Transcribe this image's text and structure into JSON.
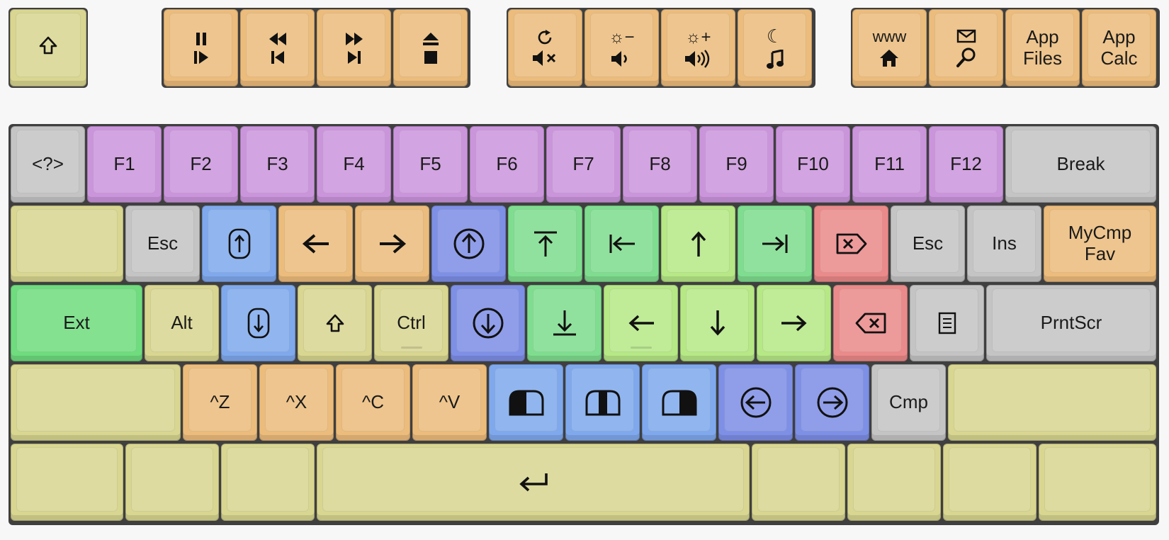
{
  "colors": {
    "yellow": "#d8d690",
    "orange": "#ecbc7c",
    "purple": "#cb95dc",
    "gray": "#c4c4c4",
    "blue": "#7fa9ec",
    "indigo": "#7e8fe6",
    "green": "#7fdd8f",
    "lime": "#b6e886",
    "red": "#eb8a8a",
    "board": "#3f3f3f"
  },
  "top_row": {
    "shift_key_icon": "outline-shift-icon",
    "media": [
      {
        "top_icon": "pause-icon",
        "bottom_icon": "play-icon"
      },
      {
        "top_icon": "rewind-icon",
        "bottom_icon": "previous-track-icon"
      },
      {
        "top_icon": "fast-forward-icon",
        "bottom_icon": "next-track-icon"
      },
      {
        "top_icon": "eject-icon",
        "bottom_icon": "stop-icon"
      }
    ],
    "system": [
      {
        "top_icon": "refresh-icon",
        "bottom_icon": "mute-icon"
      },
      {
        "top": "☼−",
        "bottom_icon": "volume-down-icon"
      },
      {
        "top": "☼+",
        "bottom_icon": "volume-up-icon"
      },
      {
        "top": "☾",
        "bottom_icon": "music-note-icon"
      }
    ],
    "apps": [
      {
        "top": "www",
        "bottom_icon": "home-icon"
      },
      {
        "top_icon": "mail-icon",
        "bottom_icon": "search-icon"
      },
      {
        "label": "App\nFiles"
      },
      {
        "label": "App\nCalc"
      }
    ]
  },
  "row1": {
    "help": "<?>",
    "fkeys": [
      "F1",
      "F2",
      "F3",
      "F4",
      "F5",
      "F6",
      "F7",
      "F8",
      "F9",
      "F10",
      "F11",
      "F12"
    ],
    "break": "Break"
  },
  "row2": {
    "esc_left": "Esc",
    "esc_right": "Esc",
    "ins": "Ins",
    "mycmp_fav": "MyCmp\nFav",
    "icons": [
      "mouse-scroll-up-icon",
      "arrow-left-icon",
      "arrow-right-icon",
      "circle-arrow-up-icon",
      "home-top-icon",
      "line-start-icon",
      "arrow-up-icon",
      "line-end-icon",
      "delete-forward-icon"
    ]
  },
  "row3": {
    "ext": "Ext",
    "alt": "Alt",
    "ctrl": "Ctrl",
    "prntscr": "PrntScr",
    "icons": [
      "mouse-scroll-down-icon",
      "outline-shift-icon",
      "circle-arrow-down-icon",
      "end-bottom-icon",
      "arrow-left-icon",
      "arrow-down-icon",
      "arrow-right-icon",
      "backspace-icon",
      "menu-icon"
    ]
  },
  "row4": {
    "undo": "^Z",
    "cut": "^X",
    "copy": "^C",
    "paste": "^V",
    "cmp": "Cmp",
    "icons": [
      "mouse-button-left-icon",
      "mouse-button-middle-icon",
      "mouse-button-right-icon",
      "circle-arrow-left-icon",
      "circle-arrow-right-icon"
    ]
  },
  "row5": {
    "space_icon": "enter-return-icon"
  }
}
